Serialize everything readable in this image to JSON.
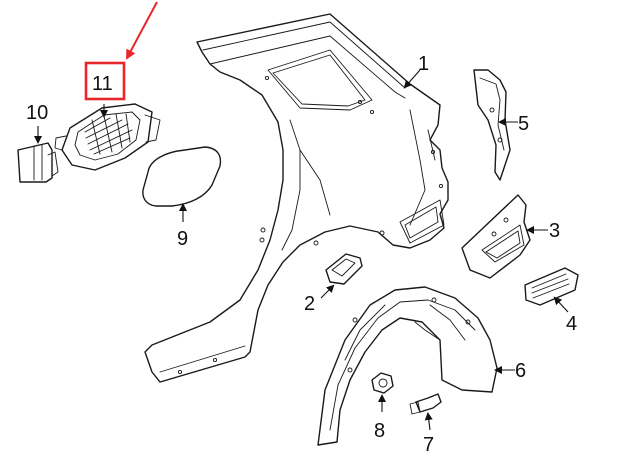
{
  "callouts": [
    {
      "id": "1",
      "label": "1"
    },
    {
      "id": "2",
      "label": "2"
    },
    {
      "id": "3",
      "label": "3"
    },
    {
      "id": "4",
      "label": "4"
    },
    {
      "id": "5",
      "label": "5"
    },
    {
      "id": "6",
      "label": "6"
    },
    {
      "id": "7",
      "label": "7"
    },
    {
      "id": "8",
      "label": "8"
    },
    {
      "id": "9",
      "label": "9"
    },
    {
      "id": "10",
      "label": "10"
    },
    {
      "id": "11",
      "label": "11"
    }
  ],
  "highlight": {
    "callout": "11",
    "box_color": "#e8262c",
    "arrow_color": "#e8262c"
  },
  "colors": {
    "line": "#1a1a1a",
    "background": "#ffffff"
  }
}
